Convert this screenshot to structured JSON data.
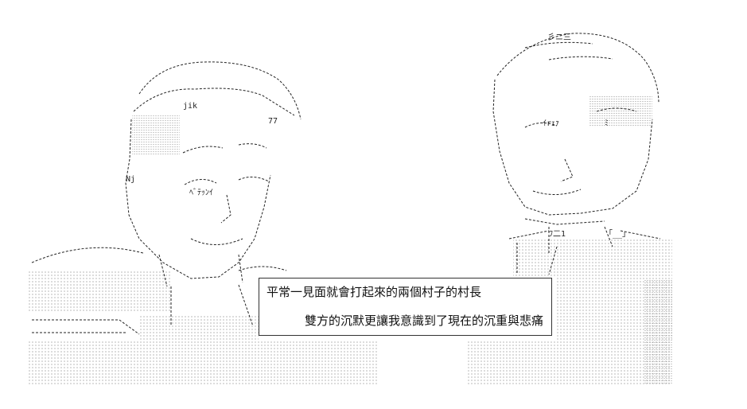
{
  "caption": {
    "line1": "平常一見面就會打起來的兩個村子的村長",
    "line2": "雙方的沉默更讓我意識到了現在的沉重與悲痛"
  },
  "art_labels": {
    "left_face": "jik",
    "left_mark": "77",
    "left_side": "Nj",
    "left_eye": "ﾍﾞﾃｯﾝｲ",
    "right_forehead": "彡ニ三",
    "right_cheek": "ｲrｪｧ",
    "right_mark": "ﾐ",
    "right_jaw": "ﾌ二1",
    "right_bracket": "「__」"
  }
}
